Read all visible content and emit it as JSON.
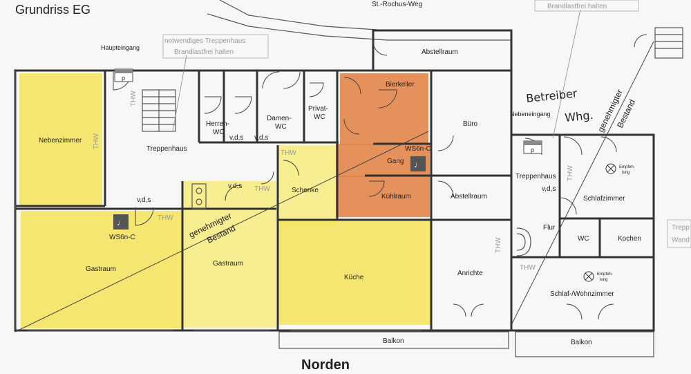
{
  "title": "Grundriss EG",
  "street": "St.-Rochus-Weg",
  "notes": {
    "stair_top": "Brandlastfrei halten",
    "stair_left_1": "notwendiges Treppenhaus",
    "stair_left_2": "Brandlastfrei halten",
    "right_edge_1": "Trepp",
    "right_edge_2": "Wand"
  },
  "entrances": {
    "main": "Haupteingang",
    "side": "Nebeneingang"
  },
  "rooms": {
    "abstellraum_top": "Abstellraum",
    "bierkeller": "Bierkeller",
    "herren_wc_1": "Herren-",
    "herren_wc_2": "WC",
    "damen_wc_1": "Damen-",
    "damen_wc_2": "WC",
    "privat_wc_1": "Privat-",
    "privat_wc_2": "WC",
    "nebenzimmer": "Nebenzimmer",
    "treppenhaus": "Treppenhaus",
    "buero": "Büro",
    "gang": "Gang",
    "schenke": "Schenke",
    "kuehlraum": "Kühlraum",
    "abstellraum_mid": "Abstellraum",
    "treppenhaus_right": "Treppenhaus",
    "schlafzimmer": "Schlafzimmer",
    "flur": "Flur",
    "wc": "WC",
    "kochen": "Kochen",
    "gastraum_left": "Gastraum",
    "gastraum_mid": "Gastraum",
    "kueche": "Küche",
    "anrichte": "Anrichte",
    "schlaf_wohn": "Schlaf-/Wohnzimmer",
    "balkon_left": "Balkon",
    "balkon_right": "Balkon"
  },
  "markers": {
    "p": "p",
    "vds": "v,d,s",
    "thw": "THW",
    "ws6n": "WS6n-C",
    "ws6n_gang": "WS6n-C",
    "empf_1": "Empfeh-",
    "empf_2": "lung"
  },
  "annotations": {
    "bestand_1": "genehmigter",
    "bestand_2": "Bestand",
    "betreiber_1": "Betreiber",
    "betreiber_2": "Whg."
  },
  "orientation": "Norden",
  "colors": {
    "yellow": "#f4e35a",
    "yellow_light": "#f6ec7e",
    "orange": "#e2854a",
    "wall": "#333333",
    "thw": "#9a9a9a",
    "annotation": "#3b3b3b",
    "blue_pen": "#4a6fb5"
  }
}
